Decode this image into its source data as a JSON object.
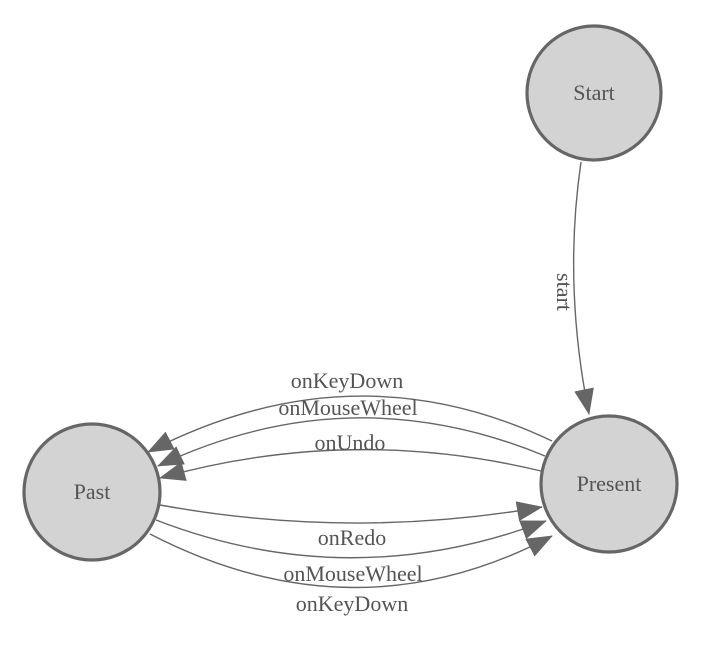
{
  "diagram": {
    "type": "state-machine",
    "colors": {
      "background": "#ffffff",
      "node_fill": "#d3d3d3",
      "node_stroke": "#666666",
      "edge_stroke": "#666666",
      "arrow_fill": "#666666",
      "label_text": "#545454"
    },
    "states": [
      {
        "id": "start",
        "label": "Start"
      },
      {
        "id": "present",
        "label": "Present"
      },
      {
        "id": "past",
        "label": "Past"
      }
    ],
    "transitions": [
      {
        "from": "Start",
        "to": "Present",
        "label": "start"
      },
      {
        "from": "Present",
        "to": "Past",
        "label": "onKeyDown"
      },
      {
        "from": "Present",
        "to": "Past",
        "label": "onMouseWheel"
      },
      {
        "from": "Present",
        "to": "Past",
        "label": "onUndo"
      },
      {
        "from": "Past",
        "to": "Present",
        "label": "onRedo"
      },
      {
        "from": "Past",
        "to": "Present",
        "label": "onMouseWheel"
      },
      {
        "from": "Past",
        "to": "Present",
        "label": "onKeyDown"
      }
    ]
  }
}
